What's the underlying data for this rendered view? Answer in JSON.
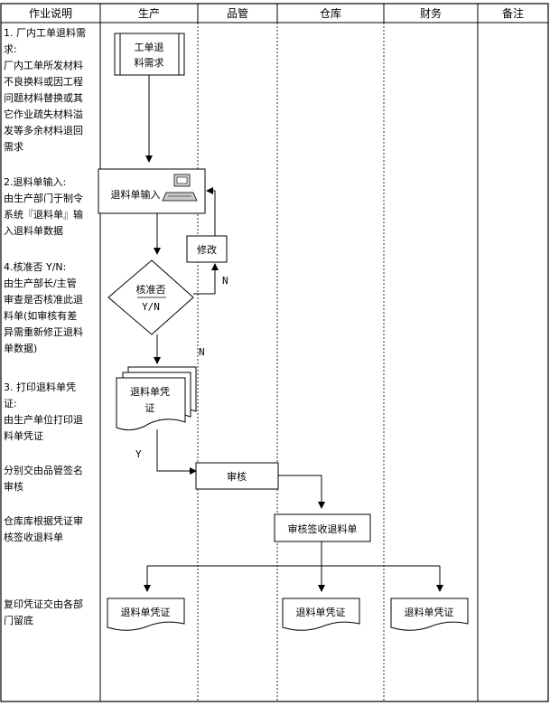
{
  "headers": [
    "作业说明",
    "生产",
    "品管",
    "仓库",
    "财务",
    "备注"
  ],
  "notes": [
    "1. 厂内工单退料需\n   求:\n厂内工单所发材料\n不良换料或因工程\n问题材料替换或其\n它作业疏失材料溢\n发等多余材料退回\n需求",
    "2.退料单输入:\n由生产部门于制令\n系统『退料单』输\n入退料单数据",
    "4.核准否 Y/N:\n由生产部长/主管\n审查是否核准此退\n料单(如审核有差\n异需重新修正退料\n单数据)",
    "3. 打印退料单凭\n证:\n由生产单位打印退\n料单凭证",
    "分别交由品管签名\n审核",
    "仓库库根据凭证审\n核签收退料单",
    "复印凭证交由各部\n门留底"
  ],
  "nodes": {
    "demand_line1": "工单退",
    "demand_line2": "料需求",
    "input": "退料单输入",
    "modify": "修改",
    "decision_top": "核准否",
    "decision_bottom": "Y/N",
    "print_line1": "退料单凭",
    "print_line2": "证",
    "qc_review": "审核",
    "wh_sign": "审核签收退料单",
    "copy_prod": "退料单凭证",
    "copy_wh": "退料单凭证",
    "copy_fin": "退料单凭证"
  },
  "edge_labels": {
    "n_modify": "N",
    "n_down": "N",
    "y": "Y"
  }
}
